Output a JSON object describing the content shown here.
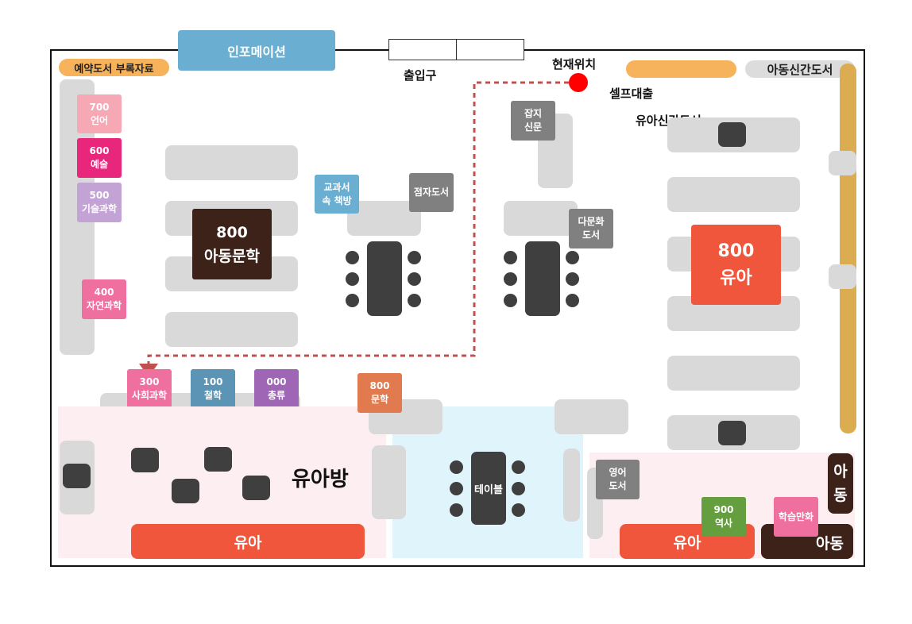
{
  "labels": {
    "information": "인포메이션",
    "entrance": "출입구",
    "current_location": "현재위치",
    "self_checkout": "셀프대출",
    "reserved_supplements": "예약도서  부록자료",
    "children_new_books": "아동신간도서",
    "infant_new_books": "유아신간도서",
    "infant_room": "유아방"
  },
  "shelves": {
    "s700": {
      "line1": "700",
      "line2": "언어"
    },
    "s600": {
      "line1": "600",
      "line2": "예술"
    },
    "s500": {
      "line1": "500",
      "line2": "기술과학"
    },
    "s400": {
      "line1": "400",
      "line2": "자연과학"
    },
    "s300": {
      "line1": "300",
      "line2": "사회과학"
    },
    "s100": {
      "line1": "100",
      "line2": "철학"
    },
    "s000": {
      "line1": "000",
      "line2": "총류"
    },
    "s800_lit": {
      "line1": "800",
      "line2": "문학"
    },
    "children_lit": {
      "line1": "800",
      "line2": "아동문학"
    },
    "infant_800": {
      "line1": "800",
      "line2": "유아"
    },
    "textbook": {
      "line1": "교과서",
      "line2": "속 책방"
    },
    "braille": {
      "line1": "점자도서",
      "line2": ""
    },
    "magazine": {
      "line1": "잡지",
      "line2": "신문"
    },
    "multicultural": {
      "line1": "다문화",
      "line2": "도서"
    },
    "english": {
      "line1": "영어",
      "line2": "도서"
    },
    "history": {
      "line1": "900",
      "line2": "역사"
    },
    "comics": {
      "line1": "학습만화",
      "line2": ""
    }
  },
  "zones": {
    "table": "테이블",
    "infant_bar_left": "유아",
    "infant_bar_right": "유아",
    "children_bar": "아동",
    "children_vertical_1": "아",
    "children_vertical_2": "동"
  },
  "colors": {
    "path": "#c0504d",
    "current_location": "#ff0000",
    "accent_orange": "#f0563b",
    "dark_brown": "#3d2219",
    "info_blue": "#6aaed1"
  }
}
